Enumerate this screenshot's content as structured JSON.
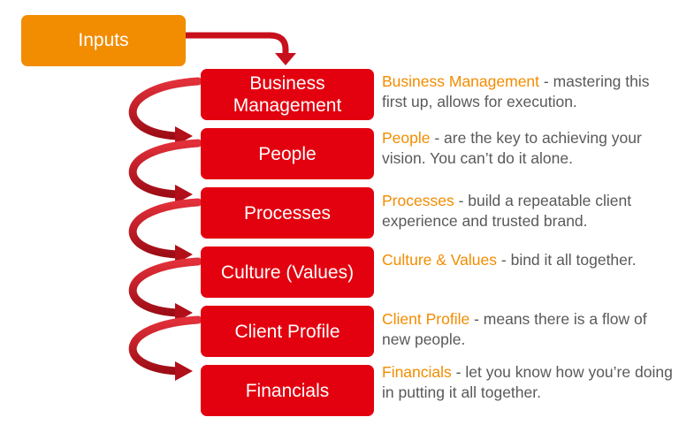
{
  "inputs": {
    "label": "Inputs"
  },
  "stages": [
    {
      "label": "Business Management",
      "desc_title": "Business Management",
      "desc_body": " - mastering this first up, allows for execution."
    },
    {
      "label": "People",
      "desc_title": "People",
      "desc_body": " - are the key to achieving your vision. You can’t do it alone."
    },
    {
      "label": "Processes",
      "desc_title": "Processes",
      "desc_body": " - build a repeatable client experience and trusted brand."
    },
    {
      "label": "Culture (Values)",
      "desc_title": "Culture & Values",
      "desc_body": " - bind it all together."
    },
    {
      "label": "Client Profile",
      "desc_title": "Client Profile",
      "desc_body": " - means there is a flow of new people."
    },
    {
      "label": "Financials",
      "desc_title": "Financials",
      "desc_body": " - let you know how you’re doing in putting it all together."
    }
  ],
  "colors": {
    "inputs": "#f28c00",
    "stage": "#e3000f",
    "arrow": "#c0101c",
    "highlight": "#f28c00",
    "text": "#595959"
  }
}
